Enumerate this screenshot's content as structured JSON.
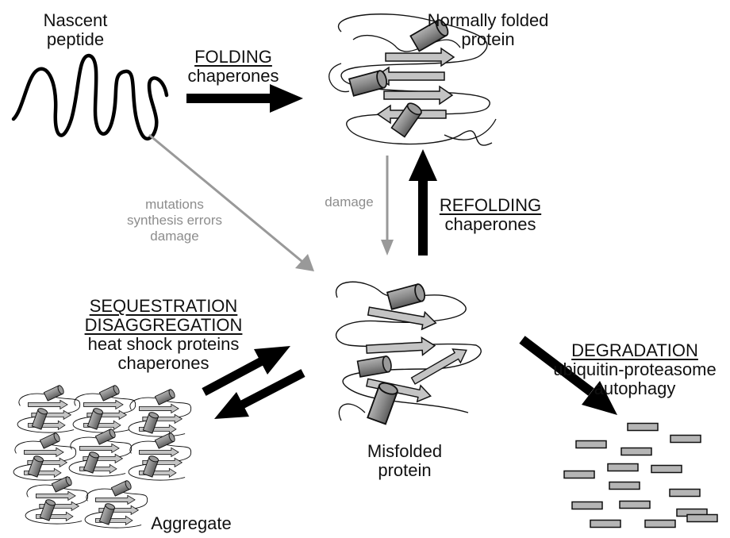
{
  "labels": {
    "nascent": [
      "Nascent",
      "peptide"
    ],
    "normal": [
      "Normally folded",
      "protein"
    ],
    "folding": {
      "heading": "FOLDING",
      "sub": "chaperones"
    },
    "errors": [
      "mutations",
      "synthesis errors",
      "damage"
    ],
    "damage": "damage",
    "refolding": {
      "heading": "REFOLDING",
      "sub": "chaperones"
    },
    "sequestration": {
      "heading1": "SEQUESTRATION",
      "heading2": "DISAGGREGATION",
      "sub1": "heat shock proteins",
      "sub2": "chaperones"
    },
    "degradation": {
      "heading": "DEGRADATION",
      "sub1": "ubiquitin-proteasome",
      "sub2": "autophagy"
    },
    "misfolded": [
      "Misfolded",
      "protein"
    ],
    "aggregate": "Aggregate"
  },
  "colors": {
    "arrow": "#000000",
    "minor_arrow": "#999999",
    "helix": "#8a8a8a",
    "strand": "#c2c2c2",
    "outline": "#111111"
  }
}
